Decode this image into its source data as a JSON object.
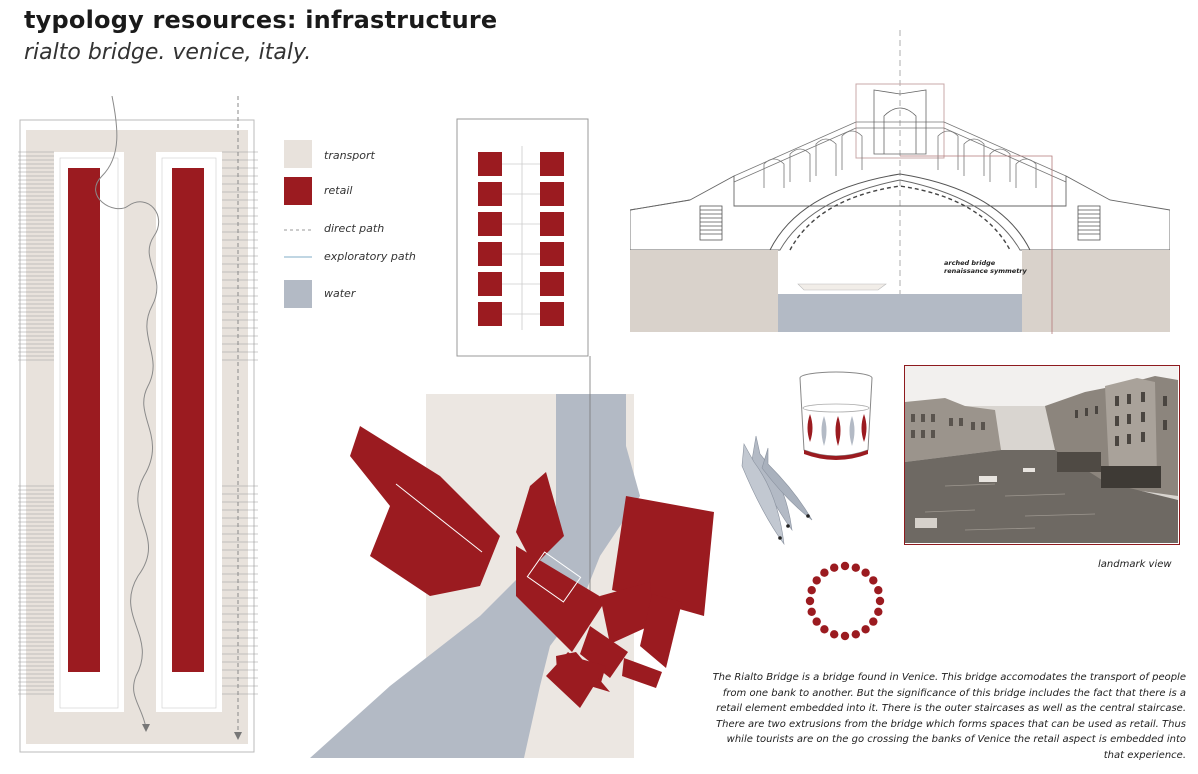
{
  "header": {
    "title": "typology resources: infrastructure",
    "subtitle": "rialto bridge. venice, italy."
  },
  "colors": {
    "transport": "#e8e2dc",
    "retail": "#9b1b20",
    "water": "#b3bac5",
    "line": "#666666"
  },
  "legend": [
    {
      "key": "transport",
      "label": "transport"
    },
    {
      "key": "retail",
      "label": "retail"
    },
    {
      "key": "direct",
      "label": "direct path"
    },
    {
      "key": "exploratory",
      "label": "exploratory path"
    },
    {
      "key": "water",
      "label": "water"
    }
  ],
  "elevation": {
    "annotation_line1": "arched bridge",
    "annotation_line2": "renaissance symmetry"
  },
  "photo": {
    "caption": "landmark view"
  },
  "description": "The Rialto Bridge is a bridge found in Venice. This bridge accomodates the transport of people from one bank to another. But the significance of this bridge includes the fact that there is a retail element embedded into it. There is the outer staircases as well as the central staircase. There are two extrusions from the bridge which forms spaces that can be used as retail. Thus while tourists are on the go crossing the banks of Venice the retail aspect is embedded into that experience."
}
